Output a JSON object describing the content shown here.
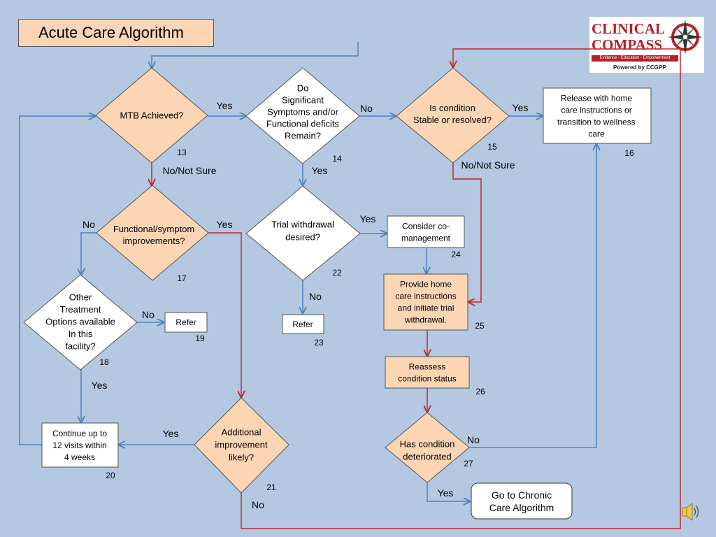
{
  "title": "Acute Care Algorithm",
  "logo": {
    "line1": "CLINICAL",
    "line2": "COMPASS",
    "tagline": "Evidence - Education - Empowerment",
    "powered": "Powered by CCGPP",
    "brand_color": "#b52025"
  },
  "colors": {
    "background": "#b4c8e1",
    "decision_fill": "#fcd5b5",
    "arrow_blue": "#4f81bd",
    "arrow_red": "#c0282d"
  },
  "nodes": [
    {
      "id": "n13",
      "shape": "diamond",
      "fill": "orange",
      "lines": [
        "MTB Achieved?"
      ],
      "number": "13"
    },
    {
      "id": "n14",
      "shape": "diamond",
      "fill": "white",
      "lines": [
        "Do",
        "Significant",
        "Symptoms and/or",
        "Functional deficits",
        "Remain?"
      ],
      "number": "14"
    },
    {
      "id": "n15",
      "shape": "diamond",
      "fill": "orange",
      "lines": [
        "Is condition",
        "Stable or resolved?"
      ],
      "number": "15"
    },
    {
      "id": "n16",
      "shape": "rect",
      "fill": "white",
      "lines": [
        "Release with home",
        "care instructions or",
        "transition to wellness",
        "care"
      ],
      "number": "16"
    },
    {
      "id": "n17",
      "shape": "diamond",
      "fill": "orange",
      "lines": [
        "Functional/symptom",
        "improvements?"
      ],
      "number": "17"
    },
    {
      "id": "n18",
      "shape": "diamond",
      "fill": "white",
      "lines": [
        "Other",
        "Treatment",
        "Options available",
        "In this",
        "facility?"
      ],
      "number": "18"
    },
    {
      "id": "n19",
      "shape": "rect",
      "fill": "white",
      "lines": [
        "Refer"
      ],
      "number": "19"
    },
    {
      "id": "n20",
      "shape": "rect",
      "fill": "white",
      "lines": [
        "Continue up to",
        "12 visits within",
        "4 weeks"
      ],
      "number": "20"
    },
    {
      "id": "n21",
      "shape": "diamond",
      "fill": "orange",
      "lines": [
        "Additional",
        "improvement",
        "likely?"
      ],
      "number": "21"
    },
    {
      "id": "n22",
      "shape": "diamond",
      "fill": "white",
      "lines": [
        "Trial withdrawal",
        "desired?"
      ],
      "number": "22"
    },
    {
      "id": "n23",
      "shape": "rect",
      "fill": "white",
      "lines": [
        "Refer"
      ],
      "number": "23"
    },
    {
      "id": "n24",
      "shape": "rect",
      "fill": "white",
      "lines": [
        "Consider co-",
        "management"
      ],
      "number": "24"
    },
    {
      "id": "n25",
      "shape": "rect",
      "fill": "orange",
      "lines": [
        "Provide home",
        "care instructions",
        "and initiate trial",
        "withdrawal."
      ],
      "number": "25"
    },
    {
      "id": "n26",
      "shape": "rect",
      "fill": "orange",
      "lines": [
        "Reassess",
        "condition status"
      ],
      "number": "26"
    },
    {
      "id": "n27",
      "shape": "diamond",
      "fill": "orange",
      "lines": [
        "Has condition",
        "deteriorated"
      ],
      "number": "27"
    },
    {
      "id": "nchronic",
      "shape": "roundrect",
      "fill": "white",
      "lines": [
        "Go to Chronic",
        "Care Algorithm"
      ],
      "number": ""
    }
  ],
  "edge_labels": [
    {
      "id": "e13-14",
      "text": "Yes"
    },
    {
      "id": "e13-17",
      "text": "No/Not Sure"
    },
    {
      "id": "e14-15",
      "text": "No"
    },
    {
      "id": "e14-22",
      "text": "Yes"
    },
    {
      "id": "e15-16",
      "text": "Yes"
    },
    {
      "id": "e15-25",
      "text": "No/Not Sure"
    },
    {
      "id": "e17-18",
      "text": "No"
    },
    {
      "id": "e17-21",
      "text": "Yes"
    },
    {
      "id": "e18-19",
      "text": "No"
    },
    {
      "id": "e18-20",
      "text": "Yes"
    },
    {
      "id": "e21-20",
      "text": "Yes"
    },
    {
      "id": "e21-exit",
      "text": "No"
    },
    {
      "id": "e22-24",
      "text": "Yes"
    },
    {
      "id": "e22-23",
      "text": "No"
    },
    {
      "id": "e27-16",
      "text": "No"
    },
    {
      "id": "e27-chronic",
      "text": "Yes"
    }
  ],
  "speaker_icon": "speaker-icon"
}
